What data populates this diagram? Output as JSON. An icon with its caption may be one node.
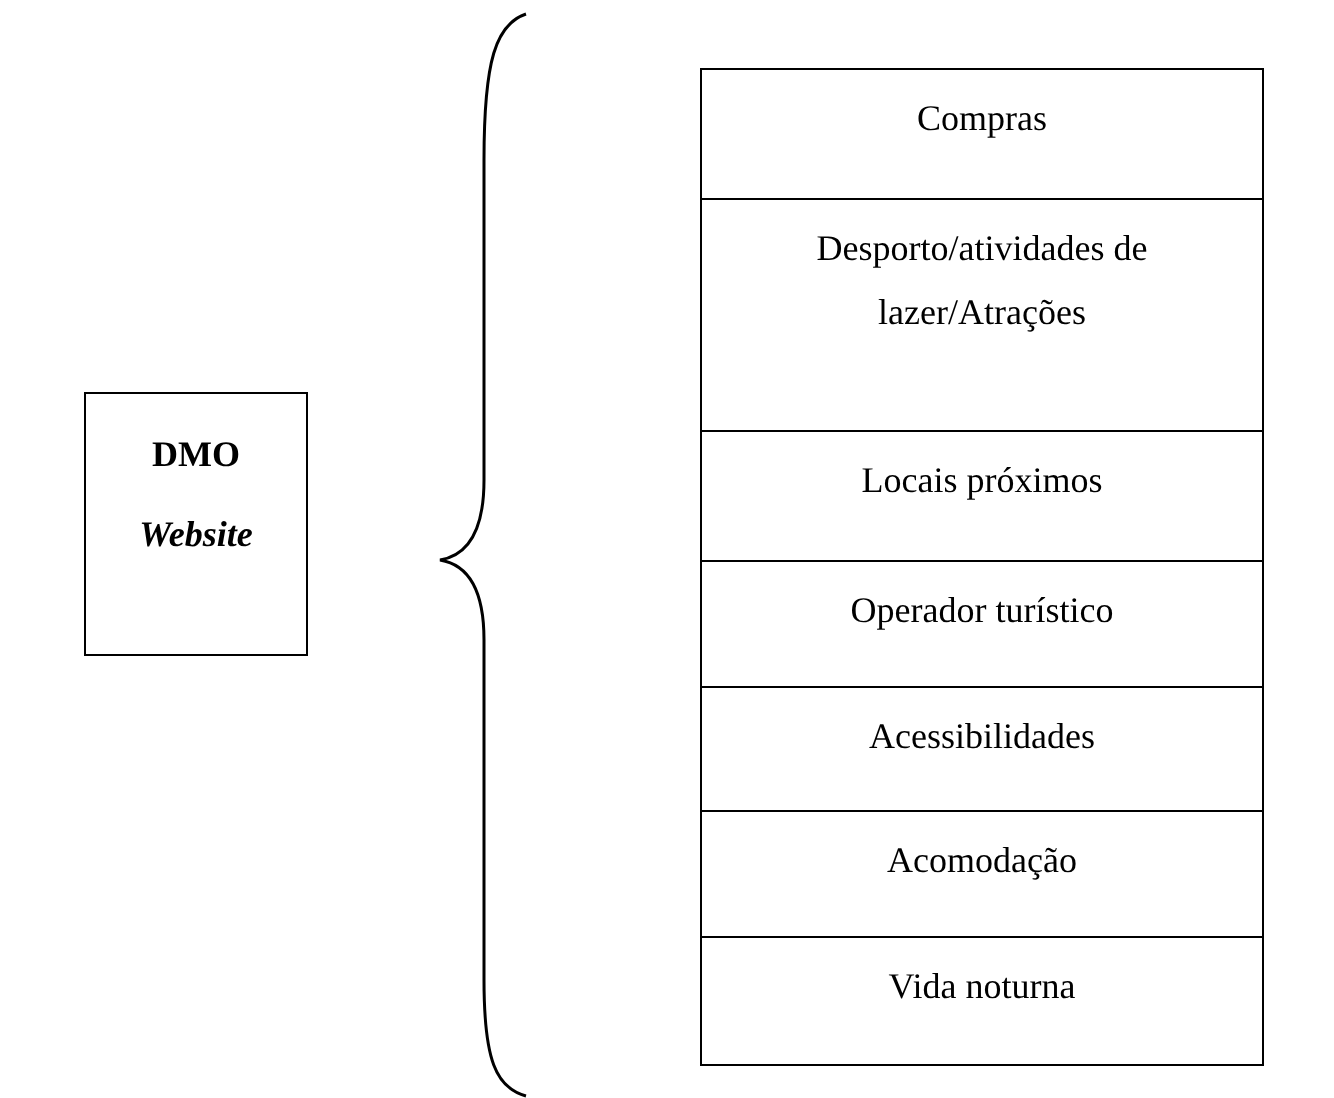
{
  "diagram": {
    "nodes": [
      {
        "text": [
          "DMO",
          "Website"
        ]
      },
      {
        "text": [
          "Compras"
        ]
      },
      {
        "text": [
          "Desporto/atividades de lazer/Atrações"
        ]
      },
      {
        "text": [
          "Locais próximos"
        ]
      },
      {
        "text": [
          "Operador turístico"
        ]
      },
      {
        "text": [
          "Acessibilidades"
        ]
      },
      {
        "text": [
          "Acomodação"
        ]
      },
      {
        "text": [
          "Vida noturna"
        ]
      }
    ]
  }
}
